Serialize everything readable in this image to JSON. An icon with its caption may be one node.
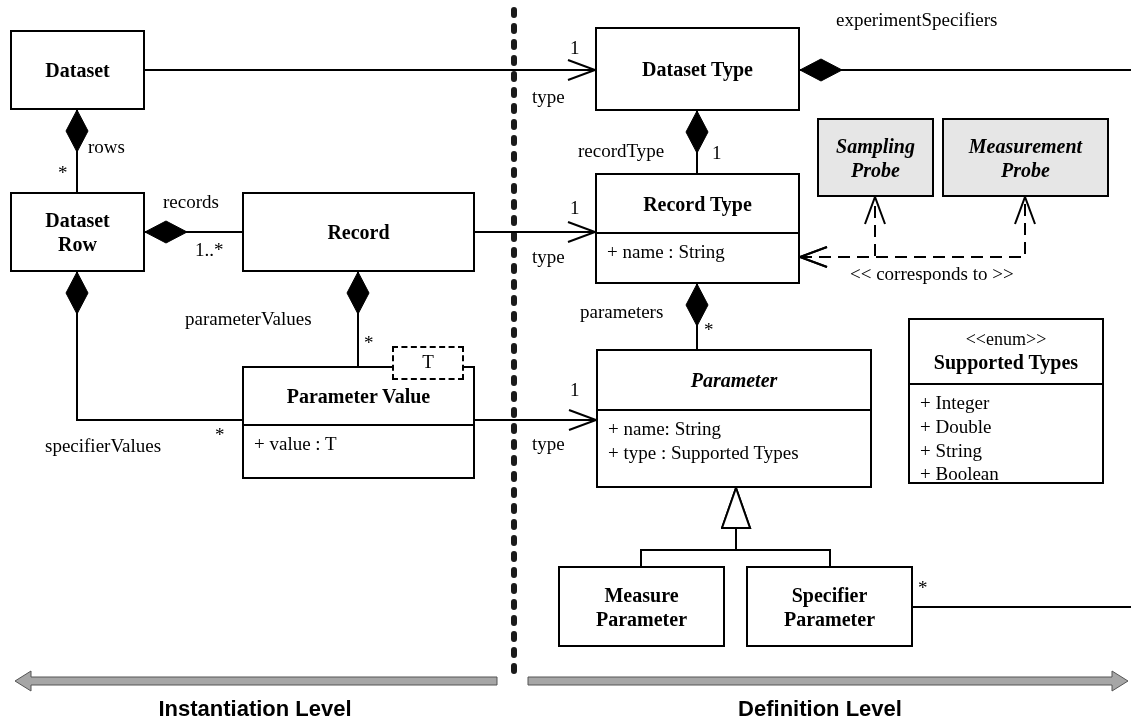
{
  "diagram": {
    "nodes": [
      {
        "text": [
          "Dataset"
        ]
      },
      {
        "text": [
          "Dataset Type"
        ]
      },
      {
        "text": [
          "Dataset Row"
        ]
      },
      {
        "text": [
          "Record"
        ]
      },
      {
        "text": [
          "Record Type",
          "+ name : String"
        ]
      },
      {
        "text": [
          "Sampling Probe"
        ]
      },
      {
        "text": [
          "Measurement Probe"
        ]
      },
      {
        "text": [
          "T",
          "Parameter Value",
          "+ value : T"
        ]
      },
      {
        "text": [
          "Parameter",
          "+ name: String",
          "+ type : Supported Types"
        ]
      },
      {
        "text": [
          "<<enum>>",
          "Supported Types",
          "+ Integer",
          "+ Double",
          "+ String",
          "+ Boolean"
        ]
      },
      {
        "text": [
          "Measure Parameter"
        ]
      },
      {
        "text": [
          "Specifier Parameter"
        ]
      }
    ],
    "edges": [
      {
        "from": 0,
        "to": 1,
        "arrow": "to",
        "label": "type"
      },
      {
        "from": 1,
        "to": 11,
        "arrow": "other",
        "label": "experimentSpecifiers"
      },
      {
        "from": 0,
        "to": 2,
        "arrow": "other",
        "label": "rows"
      },
      {
        "from": 1,
        "to": 4,
        "arrow": "other",
        "label": "recordType"
      },
      {
        "from": 2,
        "to": 3,
        "arrow": "other",
        "label": "records"
      },
      {
        "from": 3,
        "to": 4,
        "arrow": "to",
        "label": "type"
      },
      {
        "from": 4,
        "to": 5,
        "arrow": "both",
        "style": "dashed"
      },
      {
        "from": 4,
        "to": 6,
        "arrow": "both",
        "style": "dashed",
        "label": "<< corresponds to >>"
      },
      {
        "from": 3,
        "to": 7,
        "arrow": "other",
        "label": "parameterValues"
      },
      {
        "from": 2,
        "to": 7,
        "arrow": "other",
        "label": "specifierValues"
      },
      {
        "from": 4,
        "to": 8,
        "arrow": "other",
        "label": "parameters"
      },
      {
        "from": 7,
        "to": 8,
        "arrow": "to",
        "label": "type"
      },
      {
        "from": 10,
        "to": 8,
        "arrow": "to"
      },
      {
        "from": 11,
        "to": 8,
        "arrow": "to"
      }
    ],
    "labels": [
      "1",
      "1",
      "*",
      "1",
      "1..*",
      "*",
      "*",
      "1",
      "*",
      "*",
      "Instantiation Level",
      "Definition Level"
    ]
  }
}
